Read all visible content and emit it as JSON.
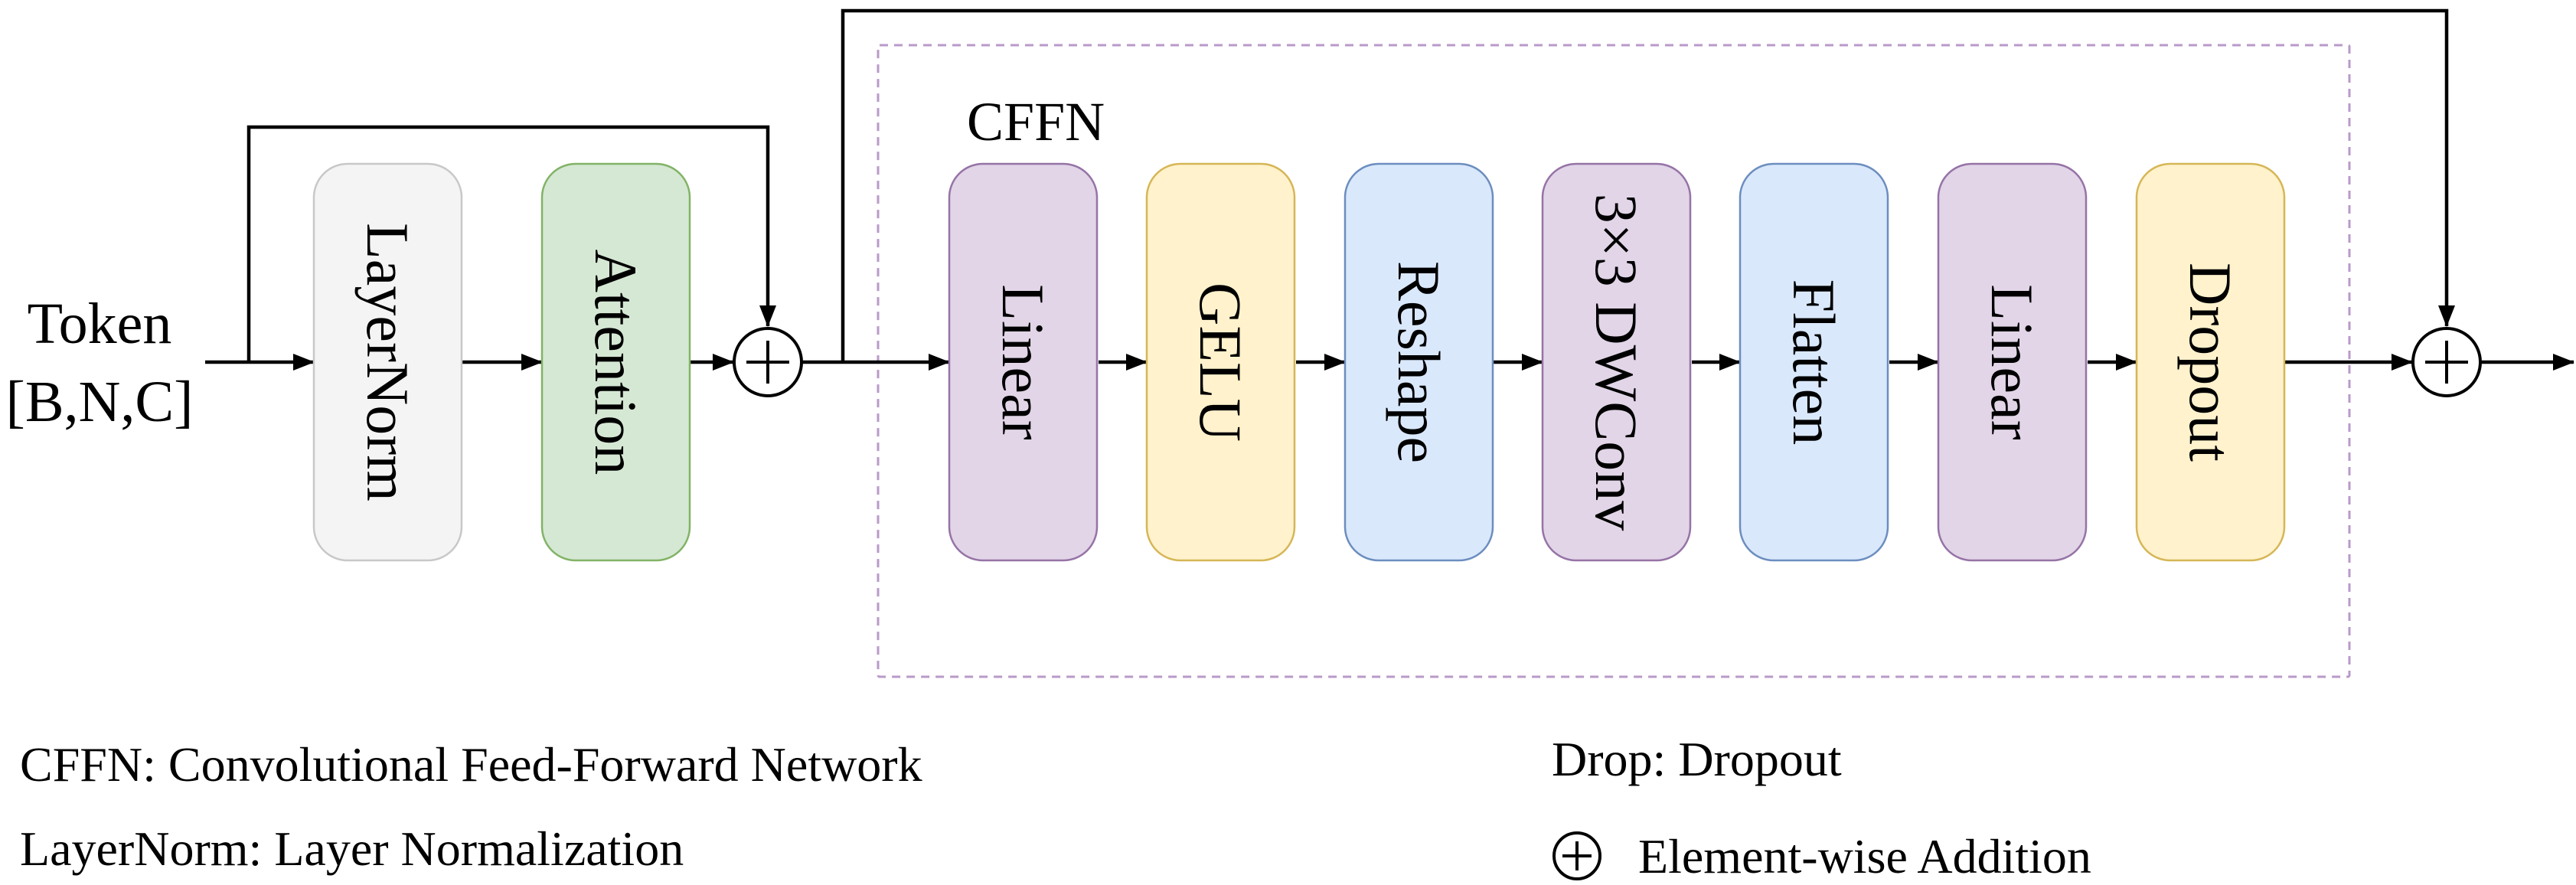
{
  "diagram": {
    "input": {
      "line1": "Token",
      "line2": "[B,N,C]"
    },
    "group_label": "CFFN",
    "blocks": [
      {
        "id": "layernorm",
        "label": "LayerNorm",
        "fill": "#f4f4f4",
        "stroke": "#c8c8c8"
      },
      {
        "id": "attention",
        "label": "Attention",
        "fill": "#d5e8d4",
        "stroke": "#82b366"
      },
      {
        "id": "linear-1",
        "label": "Linear",
        "fill": "#e1d5e7",
        "stroke": "#9673a6"
      },
      {
        "id": "gelu",
        "label": "GELU",
        "fill": "#fff2cc",
        "stroke": "#d6b656"
      },
      {
        "id": "reshape",
        "label": "Reshape",
        "fill": "#dae8fc",
        "stroke": "#6c8ebf"
      },
      {
        "id": "dwconv",
        "label": "3×3 DWConv",
        "fill": "#e1d5e7",
        "stroke": "#9673a6"
      },
      {
        "id": "flatten",
        "label": "Flatten",
        "fill": "#dae8fc",
        "stroke": "#6c8ebf"
      },
      {
        "id": "linear-2",
        "label": "Linear",
        "fill": "#e1d5e7",
        "stroke": "#9673a6"
      },
      {
        "id": "dropout",
        "label": "Dropout",
        "fill": "#fff2cc",
        "stroke": "#d6b656"
      }
    ],
    "frame_color": "#b99ac9"
  },
  "legend": {
    "cffn": "CFFN: Convolutional Feed-Forward Network",
    "layernorm": "LayerNorm: Layer Normalization",
    "drop": "Drop: Dropout",
    "addition": "Element-wise Addition"
  }
}
